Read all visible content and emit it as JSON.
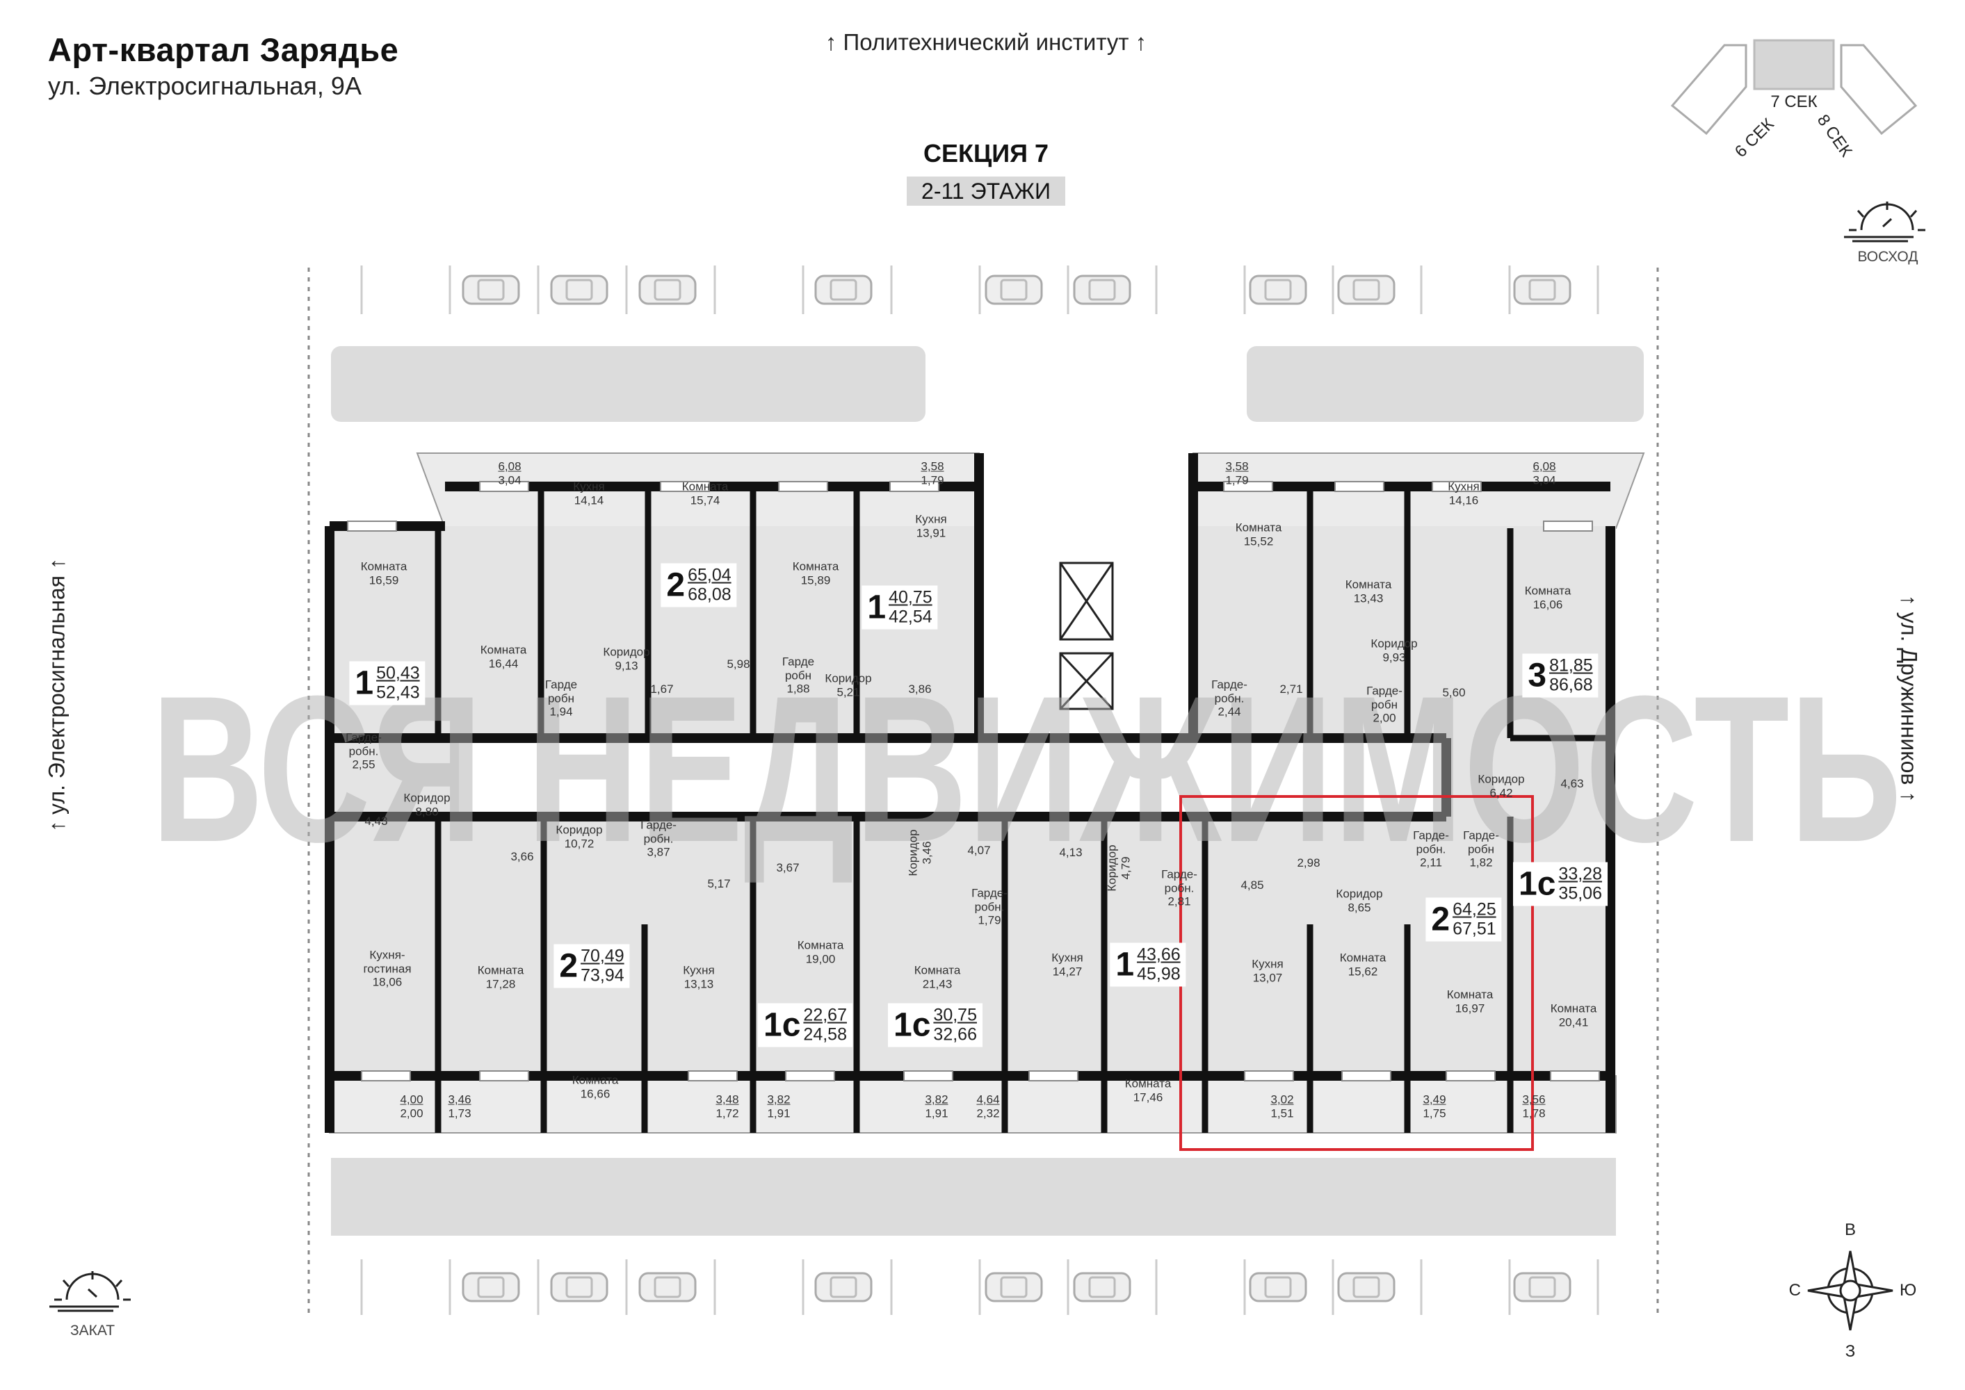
{
  "header": {
    "title": "Арт-квартал  Зарядье",
    "address": "ул. Электросигнальная, 9А",
    "north_label": "↑ Политехнический институт ↑",
    "section_title": "СЕКЦИЯ 7",
    "floors": "2-11 ЭТАЖИ"
  },
  "streets": {
    "left": "↑ ул. Электросигнальная ↑",
    "right": "↑ ул. Дружинников ↑"
  },
  "minimap": {
    "sections": [
      "6 СЕК",
      "7 СЕК",
      "8 СЕК"
    ],
    "active": "7 СЕК"
  },
  "sun": {
    "sunrise": "ВОСХОД",
    "sunset": "ЗАКАТ"
  },
  "compass": {
    "top": "В",
    "left": "С",
    "right": "Ю",
    "bottom": "З"
  },
  "watermark": "ВСЯ НЕДВИЖИМОСТЬ",
  "highlight_color": "#d9262e",
  "apartments": [
    {
      "rooms": "1",
      "living": "50,43",
      "total": "52,43"
    },
    {
      "rooms": "2",
      "living": "65,04",
      "total": "68,08"
    },
    {
      "rooms": "1",
      "living": "40,75",
      "total": "42,54"
    },
    {
      "rooms": "3",
      "living": "81,85",
      "total": "86,68"
    },
    {
      "rooms": "2",
      "living": "70,49",
      "total": "73,94"
    },
    {
      "rooms": "1с",
      "living": "22,67",
      "total": "24,58"
    },
    {
      "rooms": "1с",
      "living": "30,75",
      "total": "32,66"
    },
    {
      "rooms": "1",
      "living": "43,66",
      "total": "45,98"
    },
    {
      "rooms": "2",
      "living": "64,25",
      "total": "67,51",
      "highlighted": true
    },
    {
      "rooms": "1с",
      "living": "33,28",
      "total": "35,06"
    }
  ],
  "rooms": [
    {
      "name": "Комната",
      "area": "16,59"
    },
    {
      "name": "Комната",
      "area": "16,44"
    },
    {
      "name": "Кухня",
      "area": "14,14"
    },
    {
      "name": "Коридор",
      "area": "9,13"
    },
    {
      "name": "Гарде\nробн",
      "area": "1,94"
    },
    {
      "name": "Комната",
      "area": "15,74"
    },
    {
      "name": "",
      "area": "5,98"
    },
    {
      "name": "",
      "area": "1,67"
    },
    {
      "name": "Комната",
      "area": "15,89"
    },
    {
      "name": "Гарде\nробн",
      "area": "1,88"
    },
    {
      "name": "Коридор",
      "area": "5,21"
    },
    {
      "name": "Кухня",
      "area": "13,91"
    },
    {
      "name": "",
      "area": "3,86"
    },
    {
      "name": "Комната",
      "area": "15,52"
    },
    {
      "name": "Комната",
      "area": "13,43"
    },
    {
      "name": "Кухня",
      "area": "14,16"
    },
    {
      "name": "Комната",
      "area": "16,06"
    },
    {
      "name": "Коридор",
      "area": "9,93"
    },
    {
      "name": "Гарде-\nробн.",
      "area": "2,44"
    },
    {
      "name": "",
      "area": "2,71"
    },
    {
      "name": "Гарде-\nробн",
      "area": "2,00"
    },
    {
      "name": "",
      "area": "5,60"
    },
    {
      "name": "Коридор",
      "area": "6,42"
    },
    {
      "name": "",
      "area": "4,63"
    },
    {
      "name": "Гарде-\nробн.",
      "area": "2,55"
    },
    {
      "name": "Коридор",
      "area": "8,80"
    },
    {
      "name": "",
      "area": "4,43"
    },
    {
      "name": "",
      "area": "3,66"
    },
    {
      "name": "Коридор",
      "area": "10,72"
    },
    {
      "name": "Гарде-\nробн.",
      "area": "3,87"
    },
    {
      "name": "",
      "area": "5,17"
    },
    {
      "name": "",
      "area": "3,67"
    },
    {
      "name": "Коридор",
      "area": "3,46"
    },
    {
      "name": "",
      "area": "4,07"
    },
    {
      "name": "Гарде-\nробн.",
      "area": "1,79"
    },
    {
      "name": "",
      "area": "4,13"
    },
    {
      "name": "Коридор",
      "area": "4,79"
    },
    {
      "name": "Гарде-\nробн.",
      "area": "2,81"
    },
    {
      "name": "",
      "area": "4,85"
    },
    {
      "name": "",
      "area": "2,98"
    },
    {
      "name": "Коридор",
      "area": "8,65"
    },
    {
      "name": "Гарде-\nробн.",
      "area": "2,11"
    },
    {
      "name": "Гарде-\nробн",
      "area": "1,82"
    },
    {
      "name": "Кухня-\nгостиная",
      "area": "18,06"
    },
    {
      "name": "Комната",
      "area": "17,28"
    },
    {
      "name": "Кухня",
      "area": "13,13"
    },
    {
      "name": "Комната",
      "area": "19,00"
    },
    {
      "name": "Комната",
      "area": "21,43"
    },
    {
      "name": "Кухня",
      "area": "14,27"
    },
    {
      "name": "Комната",
      "area": "16,66"
    },
    {
      "name": "Комната",
      "area": "17,46"
    },
    {
      "name": "Кухня",
      "area": "13,07"
    },
    {
      "name": "Комната",
      "area": "15,62"
    },
    {
      "name": "Комната",
      "area": "16,97"
    },
    {
      "name": "Комната",
      "area": "20,41"
    }
  ],
  "balconies": [
    {
      "full": "6,08",
      "reduced": "3,04"
    },
    {
      "full": "3,58",
      "reduced": "1,79"
    },
    {
      "full": "3,58",
      "reduced": "1,79"
    },
    {
      "full": "6,08",
      "reduced": "3,04"
    },
    {
      "full": "4,00",
      "reduced": "2,00"
    },
    {
      "full": "3,46",
      "reduced": "1,73"
    },
    {
      "full": "3,48",
      "reduced": "1,72"
    },
    {
      "full": "3,82",
      "reduced": "1,91"
    },
    {
      "full": "3,82",
      "reduced": "1,91"
    },
    {
      "full": "4,64",
      "reduced": "2,32"
    },
    {
      "full": "3,02",
      "reduced": "1,51"
    },
    {
      "full": "3,49",
      "reduced": "1,75"
    },
    {
      "full": "3,56",
      "reduced": "1,78"
    }
  ]
}
